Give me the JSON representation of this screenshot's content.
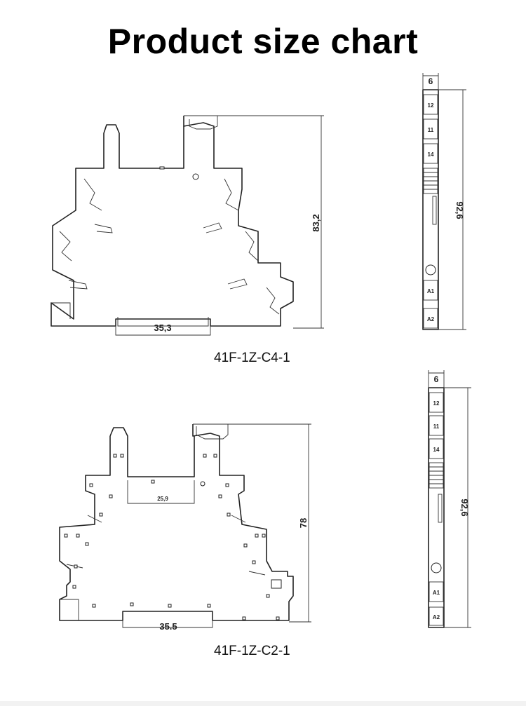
{
  "title": "Product size chart",
  "top_drawing": {
    "height_dim": "83,2",
    "width_dim": "35,3",
    "side_width_dim": "6",
    "side_height_dim": "92,6",
    "caption": "41F-1Z-C4-1",
    "side_labels": [
      "12",
      "11",
      "14",
      "A1",
      "A2"
    ]
  },
  "bottom_drawing": {
    "height_dim": "78",
    "inner_dim": "25,9",
    "width_dim": "35.5",
    "side_width_dim": "6",
    "side_height_dim": "92,6",
    "caption": "41F-1Z-C2-1",
    "side_labels": [
      "12",
      "11",
      "14",
      "A1",
      "A2"
    ]
  }
}
